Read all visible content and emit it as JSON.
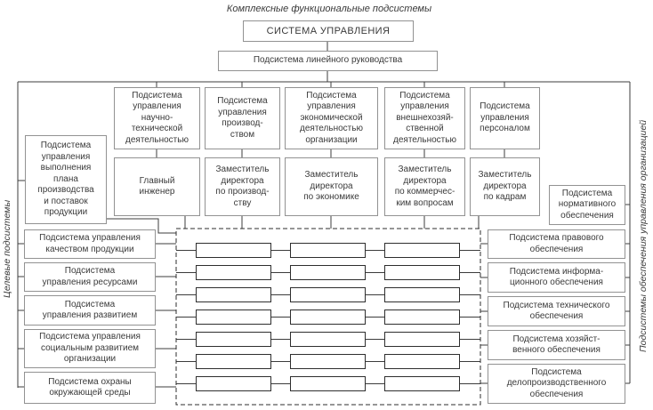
{
  "diagram": {
    "top_label": "Комплексные функциональные подсистемы",
    "root": "СИСТЕМА УПРАВЛЕНИЯ",
    "linear": "Подсистема линейного руководства",
    "left_bracket_label": "Целевые подсистемы",
    "right_bracket_label": "Подсистемы обеспечения управления организацией",
    "functional": [
      {
        "subsystem": "Подсистема\nуправления\nнаучно-\nтехнической\nдеятельностью",
        "head": "Главный\nинженер"
      },
      {
        "subsystem": "Подсистема\nуправления\nпроизвод-\nством",
        "head": "Заместитель\nдиректора\nпо производ-\nству"
      },
      {
        "subsystem": "Подсистема\nуправления\nэкономической\nдеятельностью\nорганизации",
        "head": "Заместитель\nдиректора\nпо экономике"
      },
      {
        "subsystem": "Подсистема\nуправления\nвнешнехозяй-\nственной\nдеятельностью",
        "head": "Заместитель\nдиректора\nпо коммерчес-\nким вопросам"
      },
      {
        "subsystem": "Подсистема\nуправления\nперсоналом",
        "head": "Заместитель\nдиректора\nпо кадрам"
      }
    ],
    "plan_box": "Подсистема\nуправления\nвыполнения\nплана\nпроизводства\nи поставок\nпродукции",
    "target_subsystems": [
      "Подсистема управления\nкачеством продукции",
      "Подсистема\nуправления ресурсами",
      "Подсистема\nуправления развитием",
      "Подсистема управления\nсоциальным развитием\nорганизации",
      "Подсистема охраны\nокружающей среды"
    ],
    "support_subsystems": [
      "Подсистема\nнормативного\nобеспечения",
      "Подсистема правового\nобеспечения",
      "Подсистема информа-\nционного обеспечения",
      "Подсистема технического\nобеспечения",
      "Подсистема хозяйст-\nвенного обеспечения",
      "Подсистема\nделопроизводственного\nобеспечения"
    ],
    "center_grid": {
      "rows": 7,
      "cols": 3
    },
    "colors": {
      "box_border": "#929292",
      "line": "#3c3c3c",
      "text": "#3a3a3a"
    }
  }
}
